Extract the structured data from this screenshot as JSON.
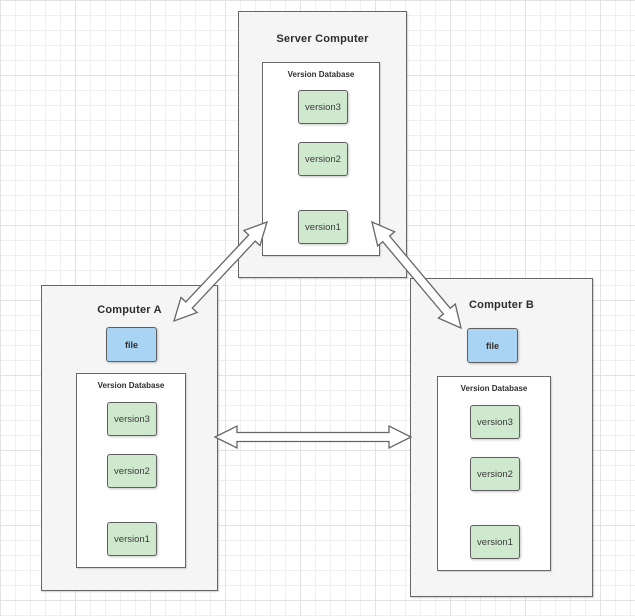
{
  "diagram": {
    "title_hint": "Distributed version control diagram",
    "colors": {
      "node_fill": "#f5f5f5",
      "node_border": "#666666",
      "database_fill": "#ffffff",
      "version_fill": "#cfe9cf",
      "file_fill": "#aad4f4",
      "arrow_fill": "#ffffff",
      "arrow_stroke": "#666666",
      "grid_line": "#efefef"
    },
    "nodes": {
      "server": {
        "title": "Server Computer",
        "database": {
          "label": "Version Database",
          "versions": [
            "version3",
            "version2",
            "version1"
          ]
        }
      },
      "computer_a": {
        "title": "Computer A",
        "file_label": "file",
        "database": {
          "label": "Version Database",
          "versions": [
            "version3",
            "version2",
            "version1"
          ]
        }
      },
      "computer_b": {
        "title": "Computer B",
        "file_label": "file",
        "database": {
          "label": "Version Database",
          "versions": [
            "version3",
            "version2",
            "version1"
          ]
        }
      }
    },
    "connections": [
      {
        "from": "computer_a",
        "to": "server",
        "style": "double-headed-arrow"
      },
      {
        "from": "computer_b",
        "to": "server",
        "style": "double-headed-arrow"
      },
      {
        "from": "computer_a",
        "to": "computer_b",
        "style": "double-headed-arrow"
      }
    ]
  }
}
